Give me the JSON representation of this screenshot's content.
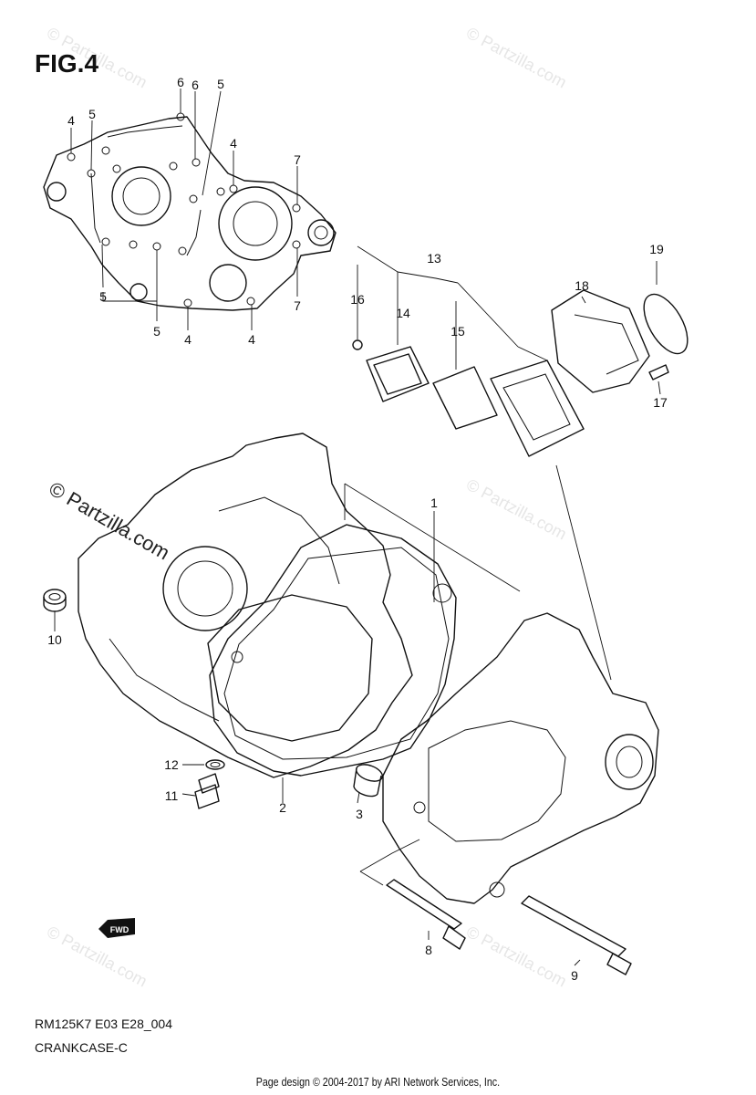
{
  "figure": {
    "title": "FIG.4"
  },
  "watermark": {
    "text": "© Partzilla.com",
    "main_text": "© Partzilla.com"
  },
  "callouts": {
    "c1": "1",
    "c2": "2",
    "c3": "3",
    "c4": "4",
    "c5": "5",
    "c6": "6",
    "c7": "7",
    "c8": "8",
    "c9": "9",
    "c10": "10",
    "c11": "11",
    "c12": "12",
    "c13": "13",
    "c14": "14",
    "c15": "15",
    "c16": "16",
    "c17": "17",
    "c18": "18",
    "c19": "19"
  },
  "fwd_label": "FWD",
  "diagram_code": "RM125K7 E03 E28_004",
  "diagram_name": "CRANKCASE-C",
  "footer": "Page design © 2004-2017 by ARI Network Services, Inc."
}
